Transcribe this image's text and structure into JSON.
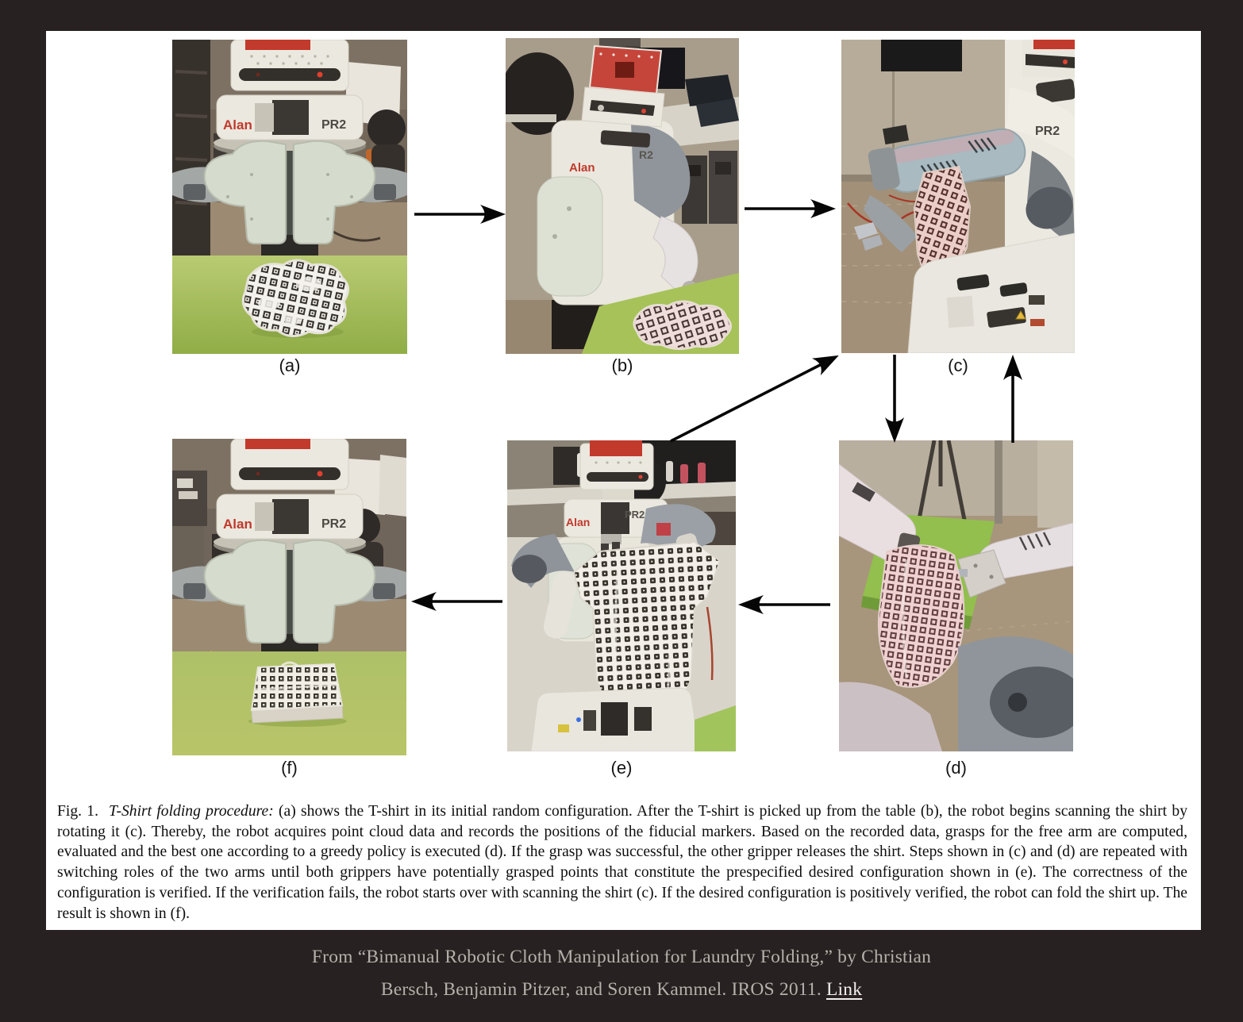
{
  "colors": {
    "page_background": "#272221",
    "panel_background": "#ffffff",
    "caption_text": "#0d0d0d",
    "attribution_text": "#b4b0aa",
    "link_text": "#f2f0ed",
    "arrow_black": "#060606",
    "robot_red_head": "#c23a2c",
    "alan_label_red": "#c0392b",
    "table_green": "#a6c25c",
    "fiducial_marker_dark": "#34302b"
  },
  "figure": {
    "robot": {
      "name": "Alan",
      "model": "PR2",
      "model_partial": "R2"
    },
    "photos": [
      {
        "id": "a",
        "label": "(a)",
        "description": "T-shirt in its initial random configuration on the green table in front of the PR2"
      },
      {
        "id": "b",
        "label": "(b)",
        "description": "PR2 picks the T-shirt up from the table"
      },
      {
        "id": "c",
        "label": "(c)",
        "description": "PR2 rotates and scans the hanging T-shirt, recording fiducial markers"
      },
      {
        "id": "d",
        "label": "(d)",
        "description": "Free gripper executes the best computed grasp on the hanging shirt"
      },
      {
        "id": "e",
        "label": "(e)",
        "description": "Both grippers hold the shirt spread out in the prespecified desired configuration"
      },
      {
        "id": "f",
        "label": "(f)",
        "description": "Folded T-shirt lying on the green table in front of the PR2"
      }
    ],
    "caption": {
      "fig_label": "Fig. 1.",
      "title": "T-Shirt folding procedure:",
      "body": "(a) shows the T-shirt in its initial random configuration. After the T-shirt is picked up from the table (b), the robot begins scanning the shirt by rotating it (c). Thereby, the robot acquires point cloud data and records the positions of the fiducial markers. Based on the recorded data, grasps for the free arm are computed, evaluated and the best one according to a greedy policy is executed (d). If the grasp was successful, the other gripper releases the shirt. Steps shown in (c) and (d) are repeated with switching roles of the two arms until both grippers have potentially grasped points that constitute the prespecified desired configuration shown in (e). The correctness of the configuration is verified. If the verification fails, the robot starts over with scanning the shirt (c). If the desired configuration is positively verified, the robot can fold the shirt up. The result is shown in (f)."
    }
  },
  "attribution": {
    "line1": "From “Bimanual Robotic Cloth Manipulation for Laundry Folding,” by Christian",
    "line2": "Bersch, Benjamin Pitzer, and Soren Kammel. IROS 2011.",
    "link_label": "Link"
  }
}
